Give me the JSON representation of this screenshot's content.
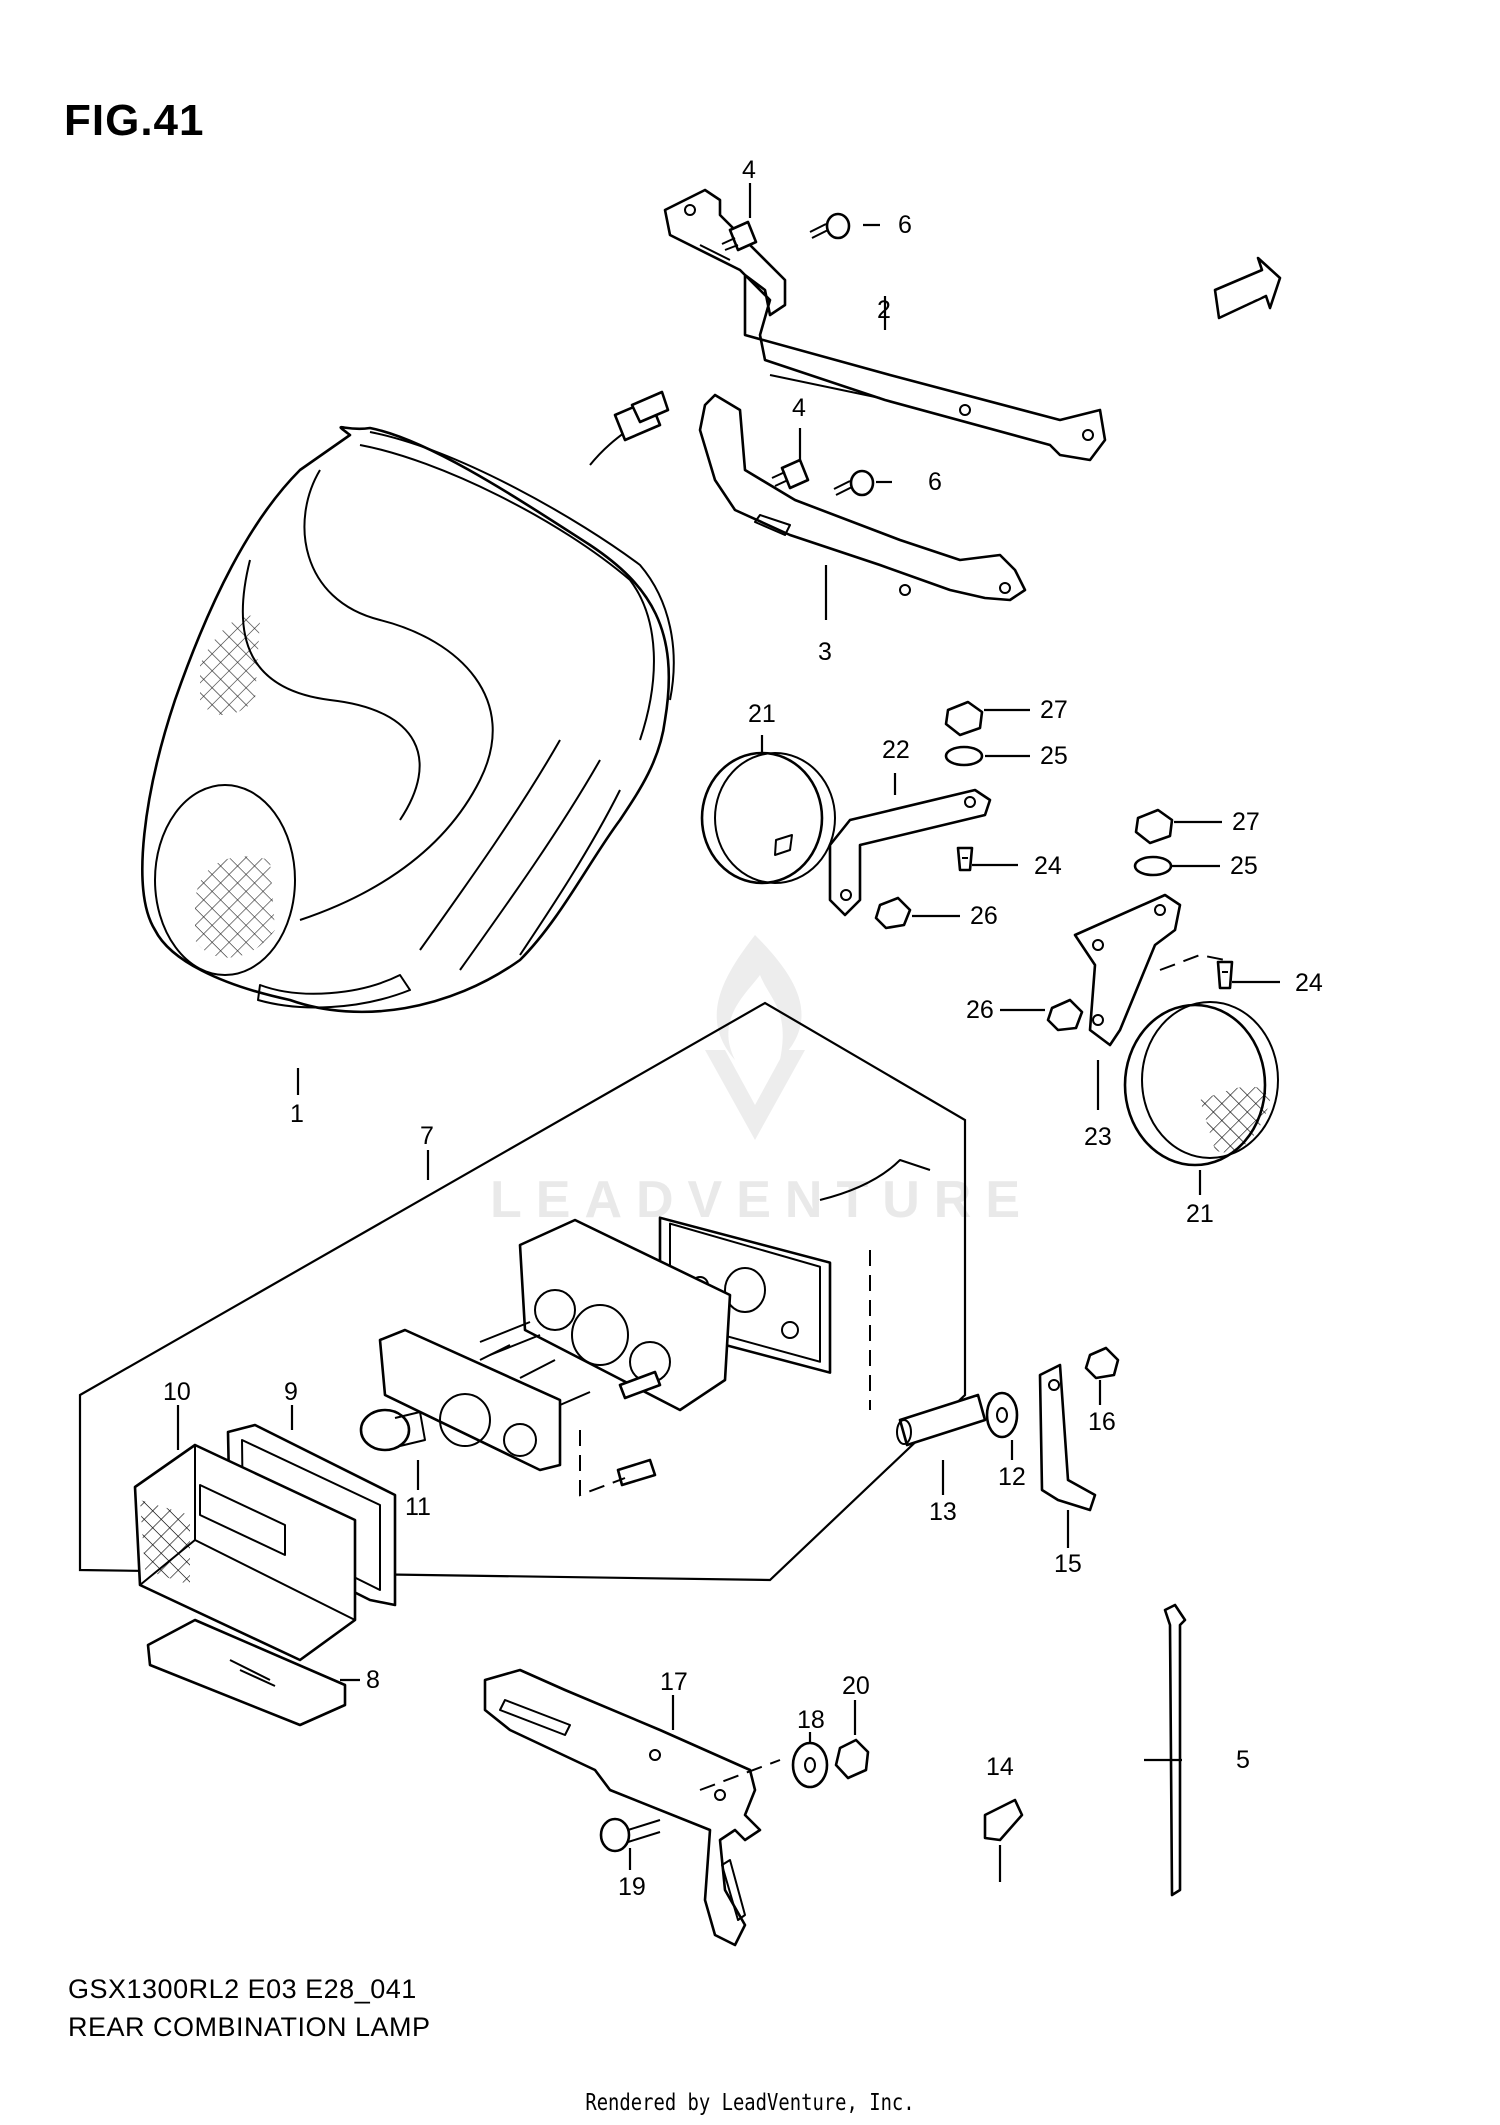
{
  "figure": {
    "title": "FIG.41",
    "model_code": "GSX1300RL2 E03 E28_041",
    "caption": "REAR COMBINATION LAMP",
    "render_credit": "Rendered by LeadVenture, Inc.",
    "watermark": "LEADVENTURE",
    "direction_badge": "FWD"
  },
  "callouts": [
    "1",
    "2",
    "3",
    "4",
    "4",
    "5",
    "6",
    "6",
    "7",
    "8",
    "9",
    "10",
    "11",
    "12",
    "13",
    "14",
    "15",
    "16",
    "17",
    "18",
    "19",
    "20",
    "21",
    "21",
    "22",
    "23",
    "24",
    "24",
    "25",
    "25",
    "26",
    "26",
    "27",
    "27"
  ]
}
